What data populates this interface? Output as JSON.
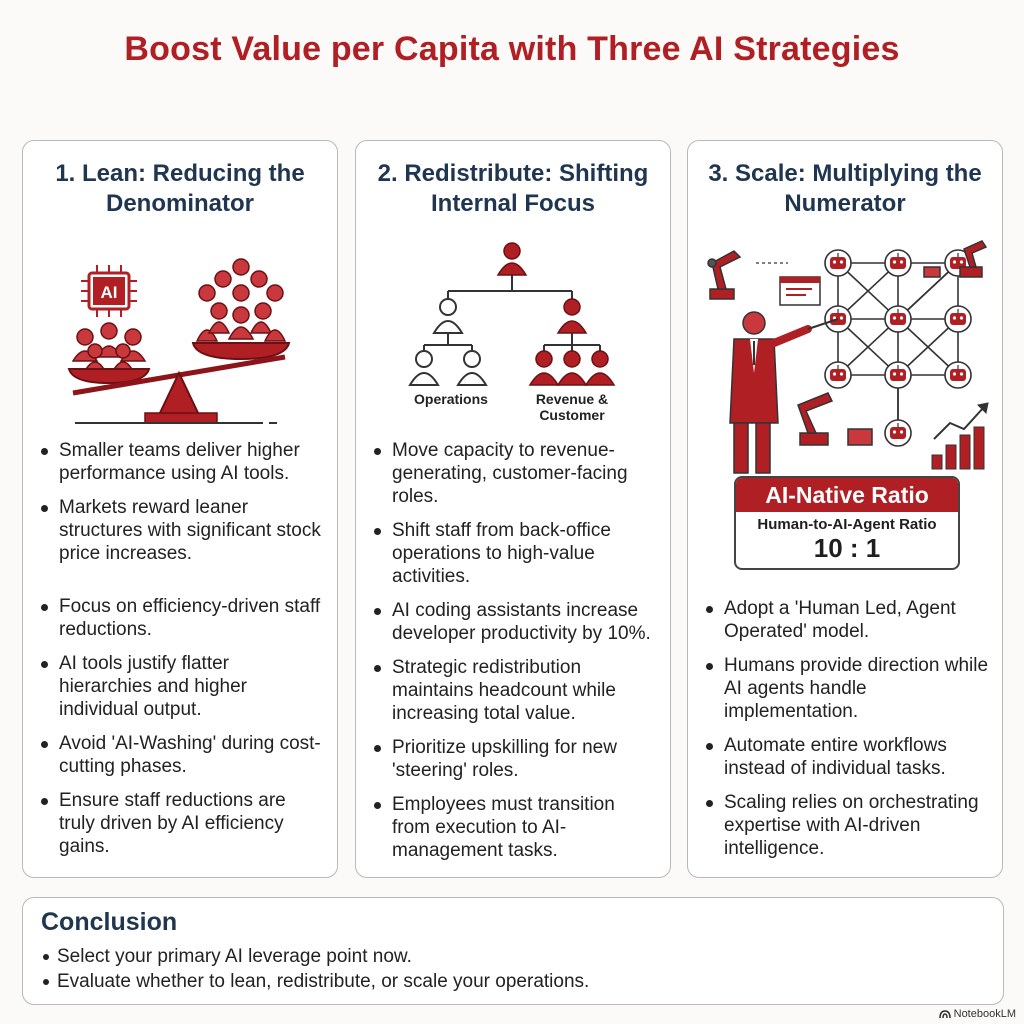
{
  "title": "Boost Value per Capita with Three AI Strategies",
  "colors": {
    "accent": "#b01f24",
    "heading": "#1f3550"
  },
  "panels": [
    {
      "title": "1. Lean: Reducing the Denominator",
      "art": {
        "chip_label": "AI"
      },
      "bullets": [
        "Smaller teams deliver higher performance using AI tools.",
        "Markets reward leaner structures with significant stock price increases.",
        "Focus on efficiency-driven staff reductions.",
        "AI tools justify flatter hierarchies and higher individual output.",
        "Avoid 'AI-Washing' during cost-cutting phases.",
        "Ensure staff reductions are truly driven by AI efficiency gains."
      ]
    },
    {
      "title": "2. Redistribute: Shifting Internal Focus",
      "art": {
        "left_label": "Operations",
        "right_label": "Revenue & Customer"
      },
      "bullets": [
        "Move capacity to revenue-generating, customer-facing roles.",
        "Shift staff from back-office operations to high-value activities.",
        "AI coding assistants increase developer productivity by 10%.",
        "Strategic redistribution maintains headcount while increasing total value.",
        "Prioritize upskilling for new 'steering' roles.",
        "Employees must transition from execution to AI-management tasks."
      ]
    },
    {
      "title": "3. Scale: Multiplying the Numerator",
      "art": {
        "ratio_title": "AI-Native Ratio",
        "ratio_subtitle": "Human-to-AI-Agent Ratio",
        "ratio_value": "10 : 1"
      },
      "bullets": [
        "Adopt a 'Human Led, Agent Operated' model.",
        "Humans provide direction while AI agents handle implementation.",
        "Automate entire workflows instead of individual tasks.",
        "Scaling relies on orchestrating expertise with AI-driven intelligence."
      ]
    }
  ],
  "conclusion": {
    "title": "Conclusion",
    "items": [
      "Select your primary AI leverage point now.",
      "Evaluate whether to lean, redistribute, or scale your operations."
    ]
  },
  "brand": "NotebookLM"
}
